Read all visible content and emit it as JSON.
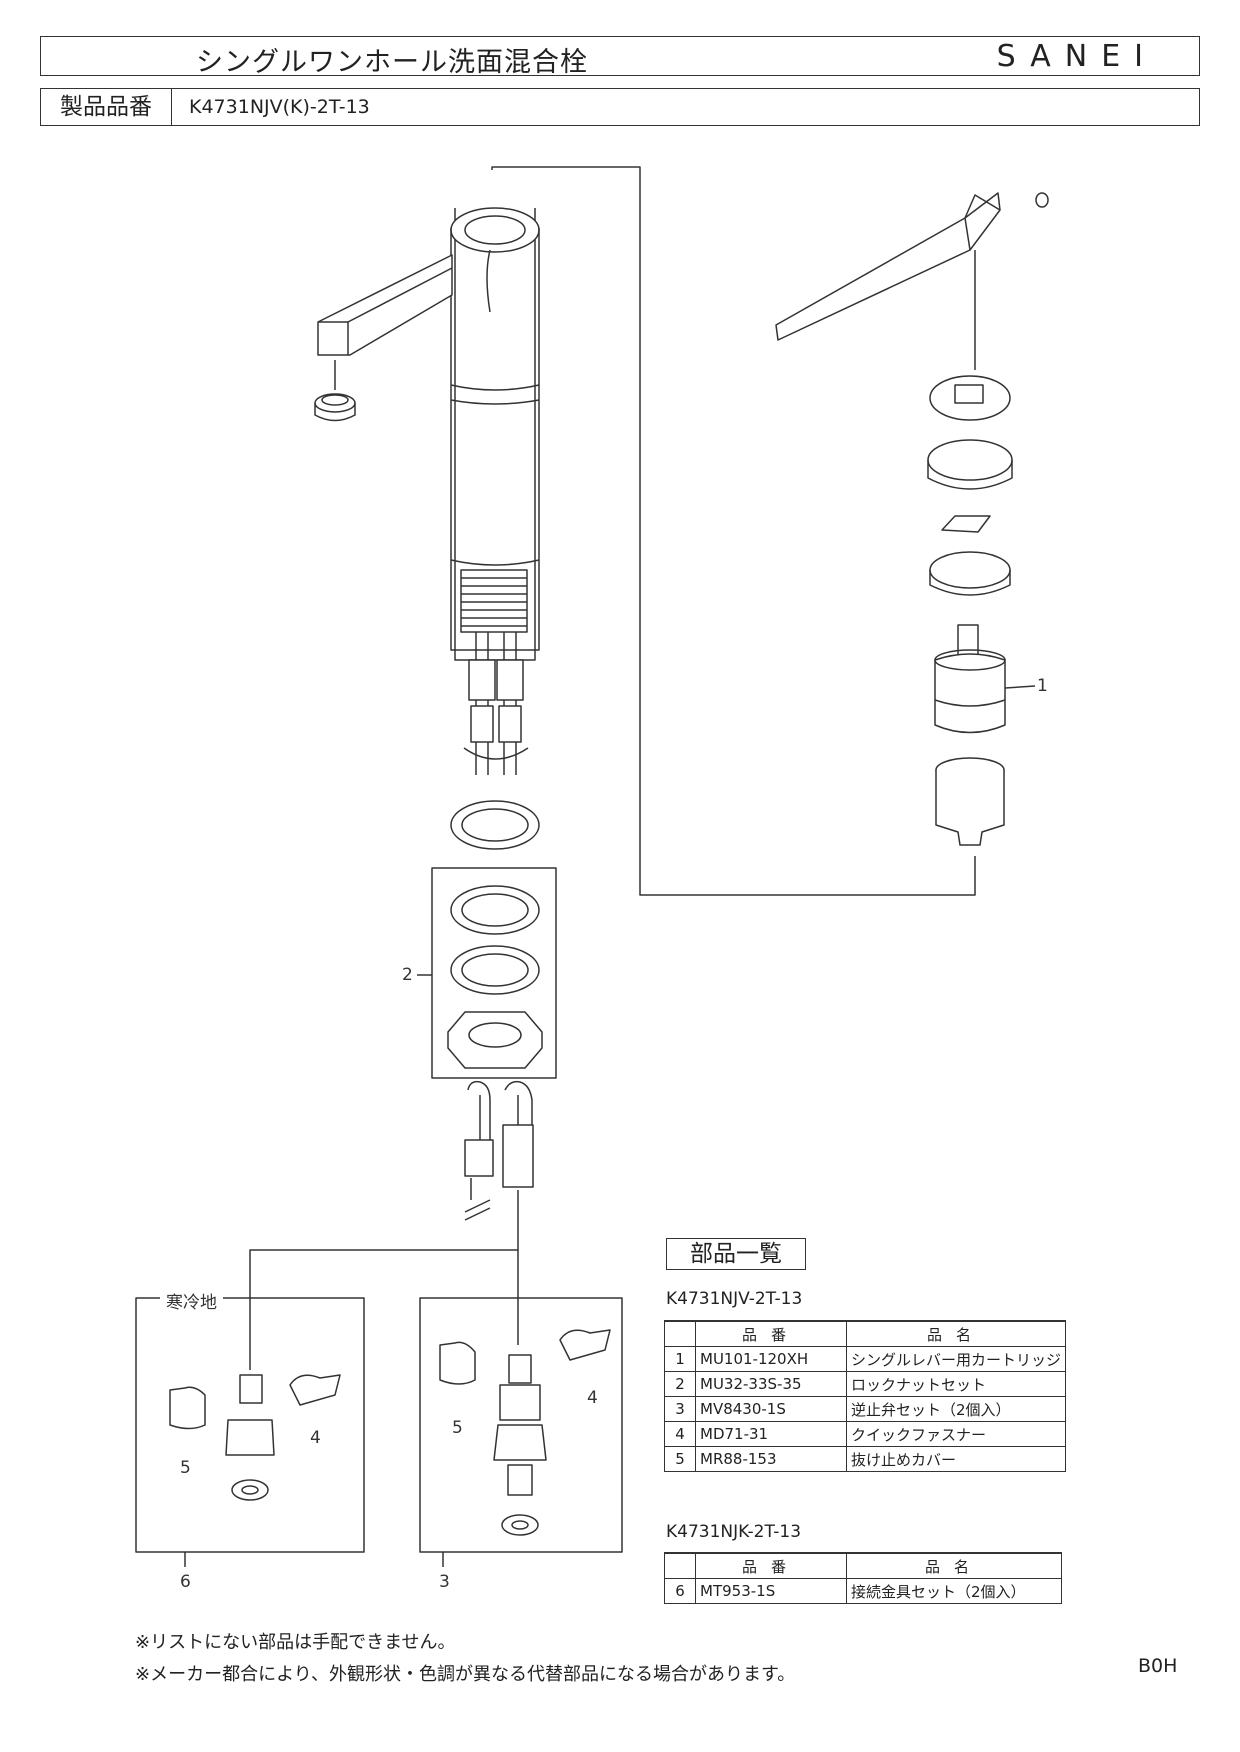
{
  "header": {
    "title": "シングルワンホール洗面混合栓",
    "brand": "SANEI",
    "model_label": "製品品番",
    "model_value": "K4731NJV(K)-2T-13"
  },
  "diagram": {
    "part_labels": [
      "1",
      "2",
      "3",
      "4",
      "5",
      "4",
      "5",
      "6"
    ],
    "cold_region_label": "寒冷地"
  },
  "parts_list": {
    "heading": "部品一覧",
    "col_code": "品番",
    "col_name": "品名",
    "table1": {
      "model": "K4731NJV-2T-13",
      "rows": [
        {
          "no": "1",
          "code": "MU101-120XH",
          "name": "シングルレバー用カートリッジ"
        },
        {
          "no": "2",
          "code": "MU32-33S-35",
          "name": "ロックナットセット"
        },
        {
          "no": "3",
          "code": "MV8430-1S",
          "name": "逆止弁セット（2個入）"
        },
        {
          "no": "4",
          "code": "MD71-31",
          "name": "クイックファスナー"
        },
        {
          "no": "5",
          "code": "MR88-153",
          "name": "抜け止めカバー"
        }
      ]
    },
    "table2": {
      "model": "K4731NJK-2T-13",
      "rows": [
        {
          "no": "6",
          "code": "MT953-1S",
          "name": "接続金具セット（2個入）"
        }
      ]
    }
  },
  "notes": [
    "※リストにない部品は手配できません。",
    "※メーカー都合により、外観形状・色調が異なる代替部品になる場合があります。"
  ],
  "footer_code": "B0H"
}
